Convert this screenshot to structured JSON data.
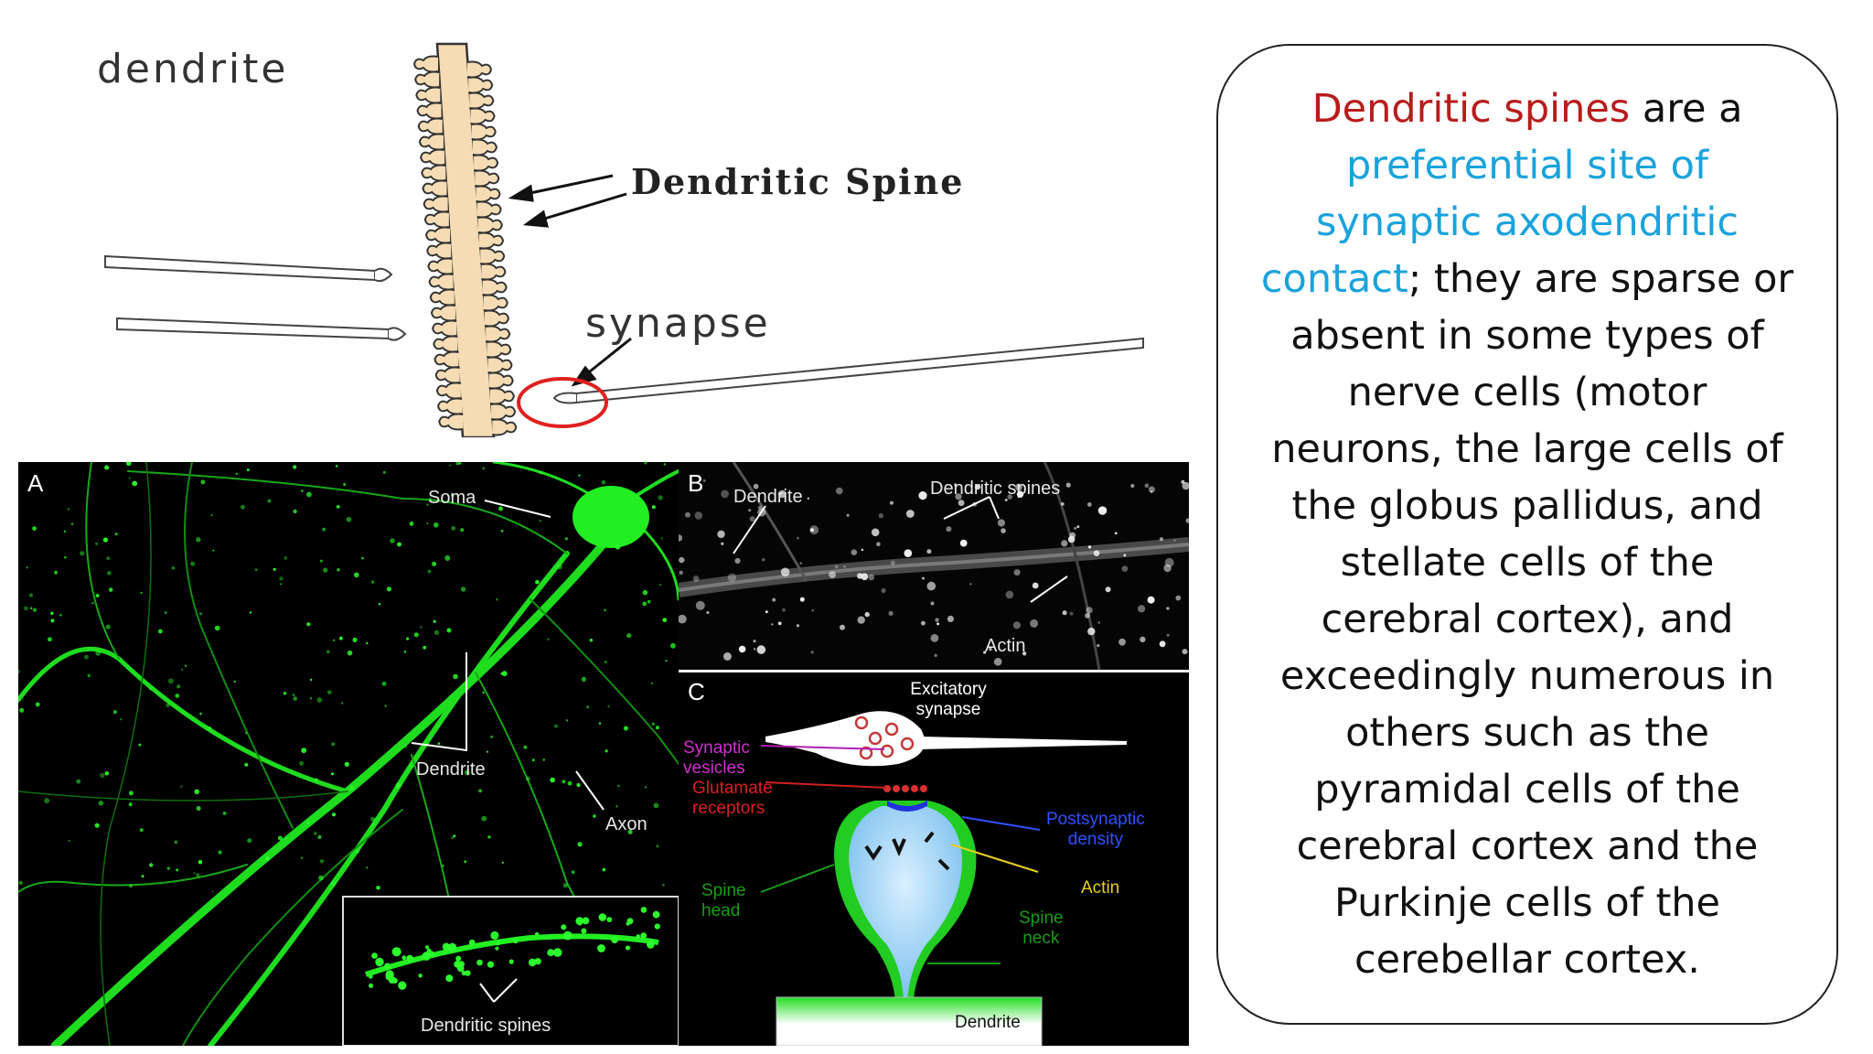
{
  "top_diagram": {
    "label_dendrite": "dendrite",
    "label_spine": "Dendritic Spine",
    "label_synapse": "synapse"
  },
  "micrograph": {
    "panel_a": {
      "letter": "A",
      "soma": "Soma",
      "dendrite": "Dendrite",
      "axon": "Axon",
      "spines": "Dendritic spines"
    },
    "panel_b": {
      "letter": "B",
      "dendrite": "Dendrite",
      "spines": "Dendritic spines",
      "actin": "Actin"
    },
    "panel_c": {
      "letter": "C",
      "title_line1": "Excitatory",
      "title_line2": "synapse",
      "vesicles_1": "Synaptic",
      "vesicles_2": "vesicles",
      "receptors_1": "Glutamate",
      "receptors_2": "receptors",
      "psd_1": "Postsynaptic",
      "psd_2": "density",
      "actin": "Actin",
      "head_1": "Spine",
      "head_2": "head",
      "neck_1": "Spine",
      "neck_2": "neck",
      "dendrite": "Dendrite"
    }
  },
  "callout": {
    "term": "Dendritic spines",
    "after_term": " are a ",
    "highlight": "preferential site of synaptic axodendritic contact",
    "body": "; they are sparse or absent in some types of nerve cells (motor neurons, the large cells of the globus pallidus, and stellate cells of the cerebral cortex), and exceedingly numerous in others such as the pyramidal cells of the cerebral cortex and the Purkinje cells of the cerebellar cortex."
  },
  "colors": {
    "term": "#b81c1c",
    "highlight": "#1aa3dc",
    "dendrite_fill": "#f5dcb4",
    "neuron_green": "#22ee22",
    "synapse_circle": "#e02020"
  }
}
